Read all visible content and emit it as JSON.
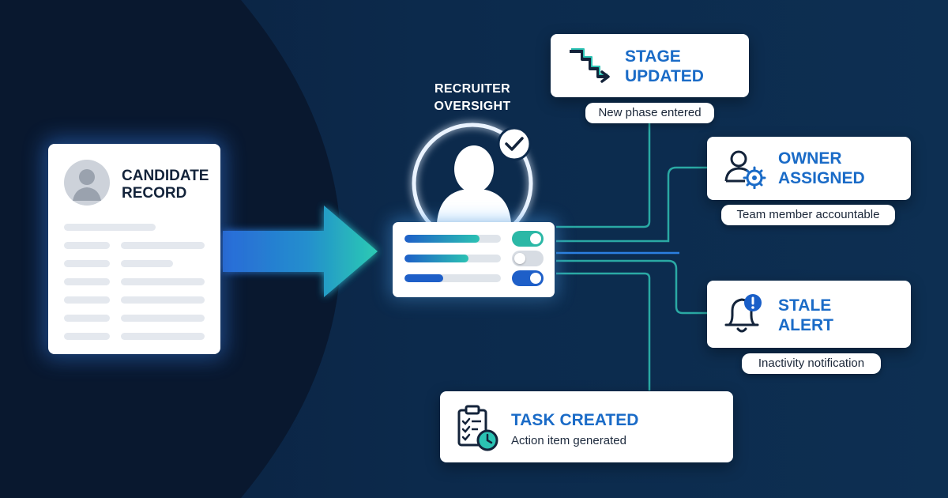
{
  "center": {
    "label": "RECRUITER OVERSIGHT"
  },
  "candidate": {
    "title": "CANDIDATE RECORD"
  },
  "events": {
    "stage": {
      "title": "STAGE UPDATED",
      "caption": "New phase entered"
    },
    "owner": {
      "title": "OWNER ASSIGNED",
      "caption": "Team member accountable"
    },
    "stale": {
      "title": "STALE ALERT",
      "caption": "Inactivity notification"
    },
    "task": {
      "title": "TASK CREATED",
      "caption": "Action item generated"
    }
  },
  "colors": {
    "background_dark": "#0a1f3d",
    "background_panel": "#0c2a4c",
    "accent_blue": "#1a6bc7",
    "accent_teal": "#2bc2b3",
    "connector": "#2aa9a4"
  },
  "controls": {
    "sliders": [
      0.78,
      0.66,
      0.4
    ],
    "toggles": [
      {
        "state": "on",
        "color": "#2bb8a6"
      },
      {
        "state": "off",
        "color": "#d7dce3"
      },
      {
        "state": "on",
        "color": "#1e5fc8"
      }
    ]
  },
  "icons": {
    "stage": "stage-flow-icon",
    "owner": "user-gear-icon",
    "stale": "bell-alert-icon",
    "task": "clipboard-clock-icon",
    "check": "check-badge-icon",
    "avatar": "person-silhouette-icon"
  }
}
